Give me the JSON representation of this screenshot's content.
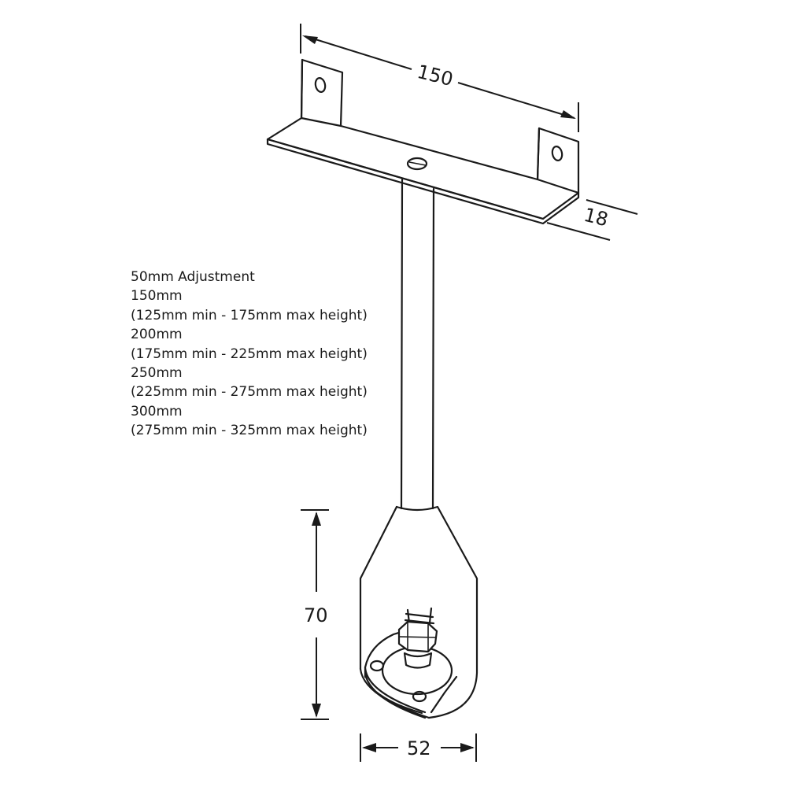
{
  "dimensions": {
    "width": "150",
    "depth": "18",
    "height": "70",
    "diameter": "52"
  },
  "spec_lines": [
    "50mm Adjustment",
    "150mm",
    "(125mm min - 175mm max height)",
    "200mm",
    "(175mm min - 225mm max height)",
    "250mm",
    "(225mm min - 275mm max height)",
    "300mm",
    "(275mm min - 325mm max height)"
  ]
}
